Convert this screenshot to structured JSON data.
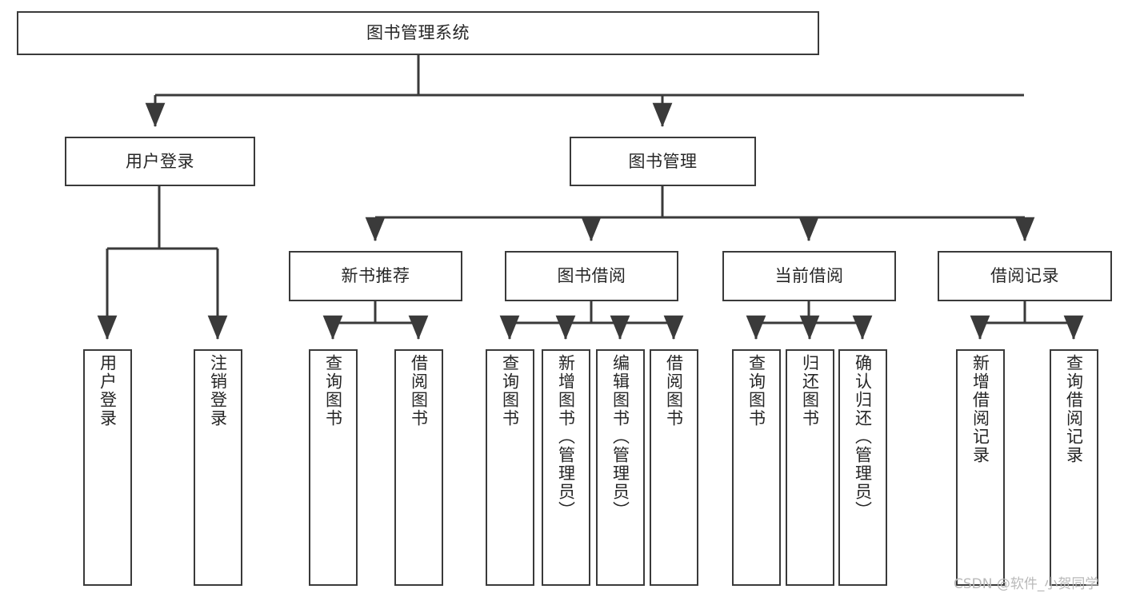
{
  "diagram": {
    "title_text": "图书管理系统",
    "type": "tree-hierarchy-diagram",
    "colors": {
      "box_border": "#3a3a3a",
      "box_fill": "#ffffff",
      "edge": "#3a3a3a",
      "text": "#262626",
      "watermark": "#b9b9b9",
      "background": "#ffffff"
    },
    "nodes": {
      "root": {
        "label": "图书管理系统",
        "level": 1,
        "orientation": "horizontal"
      },
      "l2": [
        {
          "id": "user-login",
          "label": "用户登录",
          "orientation": "horizontal"
        },
        {
          "id": "book-manage",
          "label": "图书管理",
          "orientation": "horizontal"
        }
      ],
      "l3": [
        {
          "id": "new-book-recommend",
          "label": "新书推荐",
          "orientation": "horizontal"
        },
        {
          "id": "book-borrow",
          "label": "图书借阅",
          "orientation": "horizontal"
        },
        {
          "id": "current-borrow",
          "label": "当前借阅",
          "orientation": "horizontal"
        },
        {
          "id": "borrow-record",
          "label": "借阅记录",
          "orientation": "horizontal"
        }
      ],
      "leaves": [
        {
          "id": "leaf-user-login",
          "label": "用户登录",
          "parent": "user-login",
          "orientation": "vertical"
        },
        {
          "id": "leaf-logout-login",
          "label": "注销登录",
          "parent": "user-login",
          "orientation": "vertical"
        },
        {
          "id": "leaf-query-book-1",
          "label": "查询图书",
          "parent": "new-book-recommend",
          "orientation": "vertical"
        },
        {
          "id": "leaf-borrow-book-1",
          "label": "借阅图书",
          "parent": "new-book-recommend",
          "orientation": "vertical"
        },
        {
          "id": "leaf-query-book-2",
          "label": "查询图书",
          "parent": "book-borrow",
          "orientation": "vertical"
        },
        {
          "id": "leaf-add-book",
          "label": "新增图书（管理员）",
          "parent": "book-borrow",
          "orientation": "vertical"
        },
        {
          "id": "leaf-edit-book",
          "label": "编辑图书（管理员）",
          "parent": "book-borrow",
          "orientation": "vertical"
        },
        {
          "id": "leaf-borrow-book-2",
          "label": "借阅图书",
          "parent": "book-borrow",
          "orientation": "vertical"
        },
        {
          "id": "leaf-query-book-3",
          "label": "查询图书",
          "parent": "current-borrow",
          "orientation": "vertical"
        },
        {
          "id": "leaf-return-book",
          "label": "归还图书",
          "parent": "current-borrow",
          "orientation": "vertical"
        },
        {
          "id": "leaf-confirm-return",
          "label": "确认归还（管理员）",
          "parent": "current-borrow",
          "orientation": "vertical"
        },
        {
          "id": "leaf-add-record",
          "label": "新增借阅记录",
          "parent": "borrow-record",
          "orientation": "vertical"
        },
        {
          "id": "leaf-query-record",
          "label": "查询借阅记录",
          "parent": "borrow-record",
          "orientation": "vertical"
        }
      ]
    },
    "watermark": {
      "text": "CSDN @软件_小贺同学"
    }
  }
}
